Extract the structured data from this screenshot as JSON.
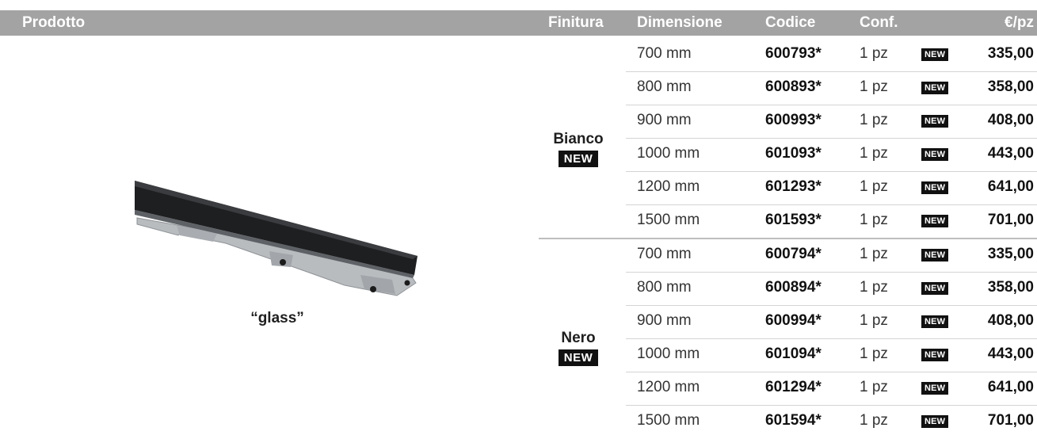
{
  "header": {
    "prodotto": "Prodotto",
    "finitura": "Finitura",
    "dimensione": "Dimensione",
    "codice": "Codice",
    "conf": "Conf.",
    "price": "€/pz"
  },
  "product": {
    "name": "“glass”",
    "image_icon": "drain-channel-product-image"
  },
  "groups": [
    {
      "finish": "Bianco",
      "badge": "NEW",
      "rows": [
        {
          "dimension": "700 mm",
          "code": "600793*",
          "conf": "1 pz",
          "badge": "NEW",
          "price": "335,00"
        },
        {
          "dimension": "800 mm",
          "code": "600893*",
          "conf": "1 pz",
          "badge": "NEW",
          "price": "358,00"
        },
        {
          "dimension": "900 mm",
          "code": "600993*",
          "conf": "1 pz",
          "badge": "NEW",
          "price": "408,00"
        },
        {
          "dimension": "1000 mm",
          "code": "601093*",
          "conf": "1 pz",
          "badge": "NEW",
          "price": "443,00"
        },
        {
          "dimension": "1200 mm",
          "code": "601293*",
          "conf": "1 pz",
          "badge": "NEW",
          "price": "641,00"
        },
        {
          "dimension": "1500 mm",
          "code": "601593*",
          "conf": "1 pz",
          "badge": "NEW",
          "price": "701,00"
        }
      ]
    },
    {
      "finish": "Nero",
      "badge": "NEW",
      "rows": [
        {
          "dimension": "700 mm",
          "code": "600794*",
          "conf": "1 pz",
          "badge": "NEW",
          "price": "335,00"
        },
        {
          "dimension": "800 mm",
          "code": "600894*",
          "conf": "1 pz",
          "badge": "NEW",
          "price": "358,00"
        },
        {
          "dimension": "900 mm",
          "code": "600994*",
          "conf": "1 pz",
          "badge": "NEW",
          "price": "408,00"
        },
        {
          "dimension": "1000 mm",
          "code": "601094*",
          "conf": "1 pz",
          "badge": "NEW",
          "price": "443,00"
        },
        {
          "dimension": "1200 mm",
          "code": "601294*",
          "conf": "1 pz",
          "badge": "NEW",
          "price": "641,00"
        },
        {
          "dimension": "1500 mm",
          "code": "601594*",
          "conf": "1 pz",
          "badge": "NEW",
          "price": "701,00"
        }
      ]
    }
  ],
  "colors": {
    "header_bg": "#a3a3a3",
    "badge_bg": "#111111",
    "badge_text": "#ffffff"
  }
}
